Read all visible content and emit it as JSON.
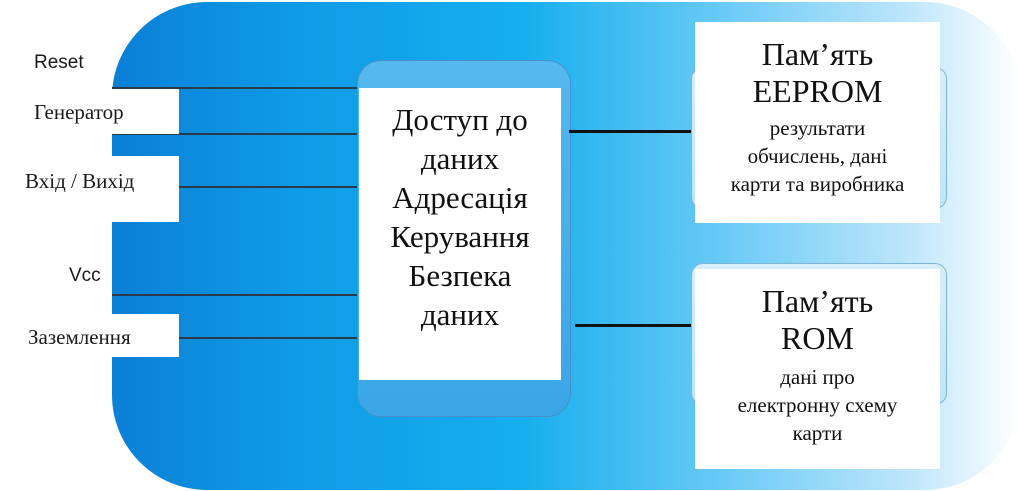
{
  "pins": [
    {
      "id": "reset",
      "label": "Reset"
    },
    {
      "id": "generator",
      "label": "Генератор"
    },
    {
      "id": "io",
      "label": "Вхід / Вихід"
    },
    {
      "id": "vcc",
      "label": "Vcc"
    },
    {
      "id": "ground",
      "label": "Заземлення"
    }
  ],
  "core": {
    "lines": [
      "Доступ до",
      "даних",
      "Адресація",
      "Керування",
      "Безпека",
      "даних"
    ]
  },
  "eeprom": {
    "title_lines": [
      "Пам’ять",
      "EEPROM"
    ],
    "desc_lines": [
      "результати",
      "обчислень, дані",
      "карти та виробника"
    ]
  },
  "rom": {
    "title_lines": [
      "Пам’ять",
      "ROM"
    ],
    "desc_lines": [
      "дані про",
      "електронну схему",
      "карти"
    ]
  },
  "colors": {
    "chip_gradient_start": "#0a7fd6",
    "chip_gradient_end": "#ffffff",
    "wire": "#2a3a48",
    "box": "#ffffff"
  }
}
